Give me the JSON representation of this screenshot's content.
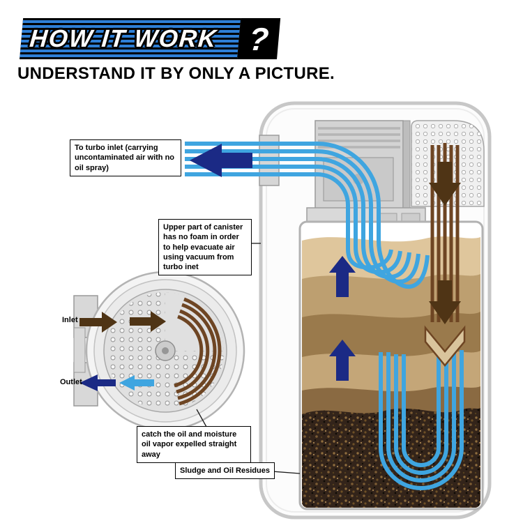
{
  "header": {
    "title": "HOW IT WORK",
    "question_mark": "?",
    "subtitle": "UNDERSTAND IT BY ONLY A PICTURE."
  },
  "callouts": {
    "turbo_inlet": "To turbo inlet (carrying uncontaminated air with no oil spray)",
    "canister_note": "Upper part of canister has no foam in order to help evacuate air using vacuum from turbo inet",
    "inlet": "Inlet",
    "outlet": "Outlet",
    "catch_oil": "catch the oil and moisture oil vapor expelled straight away",
    "sludge": "Sludge and Oil Residues"
  },
  "colors": {
    "flow_blue": "#3fa5e0",
    "arrow_navy": "#1b2a85",
    "flow_brown": "#6e4523",
    "arrow_brown": "#4f3415",
    "banner_blue": "#2e7fd6"
  }
}
